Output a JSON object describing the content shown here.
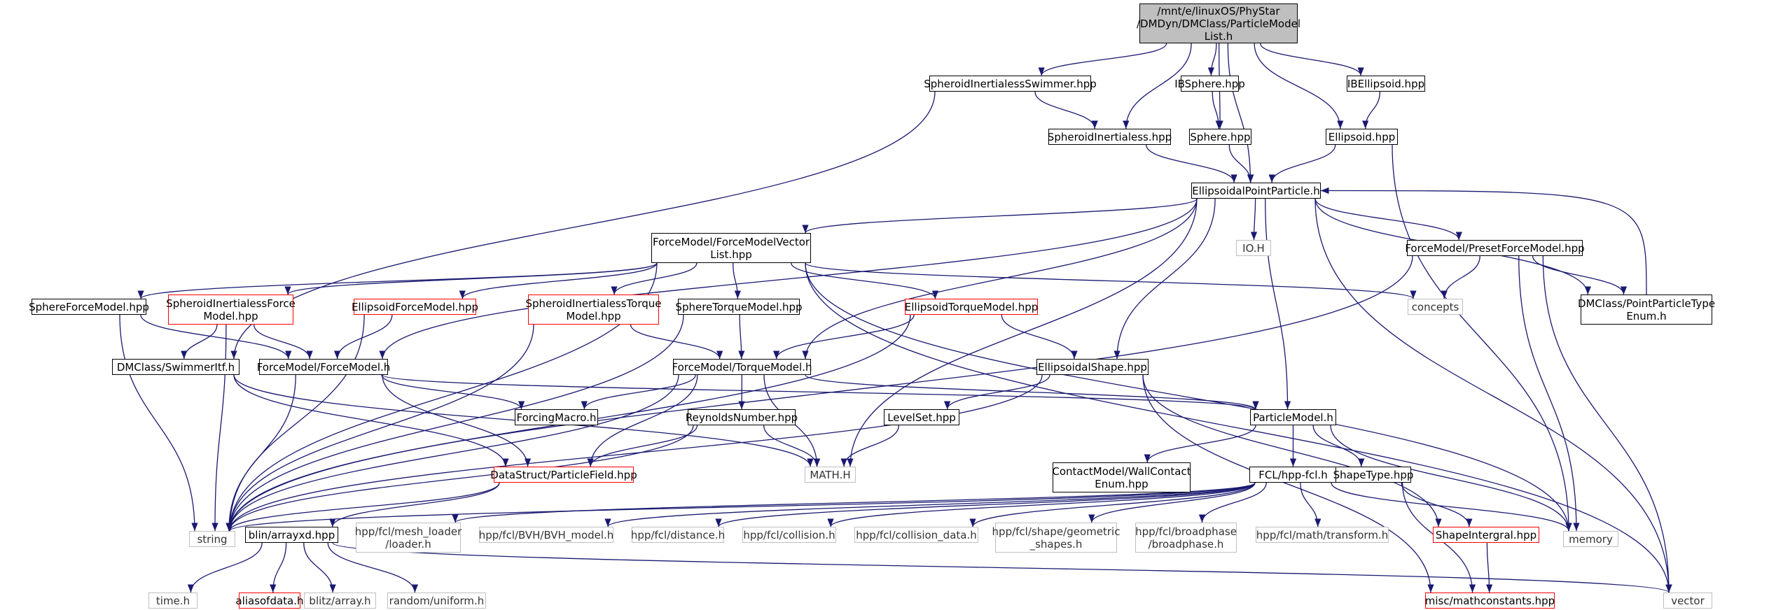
{
  "colors": {
    "edge": "#191970",
    "system_border": "#bfbfbf",
    "missing_border": "#ff0000",
    "root_fill": "#bfbfbf"
  },
  "nodes": [
    {
      "id": "root",
      "label": "/mnt/e/linuxOS/PhyStar\n/DMDyn/DMClass/ParticleModel\nList.h",
      "kind": "root",
      "link": false
    },
    {
      "id": "spheroid_swimmer",
      "label": "SpheroidInertialessSwimmer.hpp",
      "kind": "normal",
      "link": true
    },
    {
      "id": "ibsphere",
      "label": "IBSphere.hpp",
      "kind": "normal",
      "link": true
    },
    {
      "id": "ibellipsoid",
      "label": "IBEllipsoid.hpp",
      "kind": "normal",
      "link": true
    },
    {
      "id": "spheroid_inertialess",
      "label": "SpheroidInertialess.hpp",
      "kind": "normal",
      "link": true
    },
    {
      "id": "sphere",
      "label": "Sphere.hpp",
      "kind": "normal",
      "link": true
    },
    {
      "id": "ellipsoid",
      "label": "Ellipsoid.hpp",
      "kind": "normal",
      "link": true
    },
    {
      "id": "ellipsoidal_point",
      "label": "EllipsoidalPointParticle.h",
      "kind": "normal",
      "link": true
    },
    {
      "id": "fm_vector",
      "label": "ForceModel/ForceModelVector\nList.hpp",
      "kind": "normal",
      "link": true
    },
    {
      "id": "io_h",
      "label": "IO.H",
      "kind": "sys",
      "link": false
    },
    {
      "id": "preset_fm",
      "label": "ForceModel/PresetForceModel.hpp",
      "kind": "normal",
      "link": true
    },
    {
      "id": "concepts",
      "label": "concepts",
      "kind": "sys",
      "link": false
    },
    {
      "id": "pp_type_enum",
      "label": "DMClass/PointParticleType\nEnum.h",
      "kind": "normal",
      "link": true
    },
    {
      "id": "sphere_fm",
      "label": "SphereForceModel.hpp",
      "kind": "normal",
      "link": true
    },
    {
      "id": "spheroid_fm",
      "label": "SpheroidInertialessForce\nModel.hpp",
      "kind": "red",
      "link": true
    },
    {
      "id": "ellipsoid_fm",
      "label": "EllipsoidForceModel.hpp",
      "kind": "red",
      "link": true
    },
    {
      "id": "spheroid_tm",
      "label": "SpheroidInertialessTorque\nModel.hpp",
      "kind": "red",
      "link": true
    },
    {
      "id": "sphere_tm",
      "label": "SphereTorqueModel.hpp",
      "kind": "normal",
      "link": true
    },
    {
      "id": "ellipsoid_tm",
      "label": "EllipsoidTorqueModel.hpp",
      "kind": "red",
      "link": true
    },
    {
      "id": "swimmer_itf",
      "label": "DMClass/SwimmerItf.h",
      "kind": "normal",
      "link": true
    },
    {
      "id": "force_model",
      "label": "ForceModel/ForceModel.h",
      "kind": "normal",
      "link": true
    },
    {
      "id": "torque_model",
      "label": "ForceModel/TorqueModel.h",
      "kind": "normal",
      "link": true
    },
    {
      "id": "ellipsoidal_shape",
      "label": "EllipsoidalShape.hpp",
      "kind": "normal",
      "link": true
    },
    {
      "id": "forcing_macro",
      "label": "ForcingMacro.h",
      "kind": "normal",
      "link": true
    },
    {
      "id": "reynolds",
      "label": "ReynoldsNumber.hpp",
      "kind": "normal",
      "link": true
    },
    {
      "id": "levelset",
      "label": "LevelSet.hpp",
      "kind": "normal",
      "link": true
    },
    {
      "id": "particle_model",
      "label": "ParticleModel.h",
      "kind": "normal",
      "link": true
    },
    {
      "id": "particle_field",
      "label": "DataStruct/ParticleField.hpp",
      "kind": "red",
      "link": true
    },
    {
      "id": "math_h",
      "label": "MATH.H",
      "kind": "sys",
      "link": false
    },
    {
      "id": "wall_contact",
      "label": "ContactModel/WallContact\nEnum.hpp",
      "kind": "normal",
      "link": true
    },
    {
      "id": "fcl",
      "label": "FCL/hpp-fcl.h",
      "kind": "normal",
      "link": true
    },
    {
      "id": "shape_type",
      "label": "ShapeType.hpp",
      "kind": "normal",
      "link": true
    },
    {
      "id": "string",
      "label": "string",
      "kind": "sys",
      "link": false
    },
    {
      "id": "arrayxd",
      "label": "blin/arrayxd.hpp",
      "kind": "normal",
      "link": true
    },
    {
      "id": "mesh_loader",
      "label": "hpp/fcl/mesh_loader\n/loader.h",
      "kind": "sys",
      "link": false
    },
    {
      "id": "bvh_model",
      "label": "hpp/fcl/BVH/BVH_model.h",
      "kind": "sys",
      "link": false
    },
    {
      "id": "fcl_distance",
      "label": "hpp/fcl/distance.h",
      "kind": "sys",
      "link": false
    },
    {
      "id": "fcl_collision",
      "label": "hpp/fcl/collision.h",
      "kind": "sys",
      "link": false
    },
    {
      "id": "fcl_collision_data",
      "label": "hpp/fcl/collision_data.h",
      "kind": "sys",
      "link": false
    },
    {
      "id": "geometric_shapes",
      "label": "hpp/fcl/shape/geometric\n_shapes.h",
      "kind": "sys",
      "link": false
    },
    {
      "id": "broadphase",
      "label": "hpp/fcl/broadphase\n/broadphase.h",
      "kind": "sys",
      "link": false
    },
    {
      "id": "fcl_transform",
      "label": "hpp/fcl/math/transform.h",
      "kind": "sys",
      "link": false
    },
    {
      "id": "shape_integral",
      "label": "ShapeIntergral.hpp",
      "kind": "red",
      "link": true
    },
    {
      "id": "memory",
      "label": "memory",
      "kind": "sys",
      "link": false
    },
    {
      "id": "time_h",
      "label": "time.h",
      "kind": "sys",
      "link": false
    },
    {
      "id": "aliasofdata",
      "label": "aliasofdata.h",
      "kind": "red",
      "link": true
    },
    {
      "id": "blitz_array",
      "label": "blitz/array.h",
      "kind": "sys",
      "link": false
    },
    {
      "id": "random_uniform",
      "label": "random/uniform.h",
      "kind": "sys",
      "link": false
    },
    {
      "id": "mathconstants",
      "label": "misc/mathconstants.hpp",
      "kind": "red",
      "link": true
    },
    {
      "id": "vector",
      "label": "vector",
      "kind": "sys",
      "link": false
    }
  ],
  "edges": [
    [
      "root",
      "spheroid_swimmer"
    ],
    [
      "root",
      "ibsphere"
    ],
    [
      "root",
      "ibellipsoid"
    ],
    [
      "root",
      "spheroid_inertialess"
    ],
    [
      "root",
      "sphere"
    ],
    [
      "root",
      "ellipsoid"
    ],
    [
      "root",
      "ellipsoidal_point"
    ],
    [
      "spheroid_swimmer",
      "spheroid_inertialess"
    ],
    [
      "spheroid_swimmer",
      "swimmer_itf"
    ],
    [
      "ibsphere",
      "sphere"
    ],
    [
      "ibellipsoid",
      "ellipsoid"
    ],
    [
      "spheroid_inertialess",
      "ellipsoidal_point"
    ],
    [
      "sphere",
      "ellipsoidal_point"
    ],
    [
      "ellipsoid",
      "ellipsoidal_point"
    ],
    [
      "ellipsoid",
      "memory"
    ],
    [
      "ellipsoidal_point",
      "fm_vector"
    ],
    [
      "ellipsoidal_point",
      "io_h"
    ],
    [
      "ellipsoidal_point",
      "preset_fm"
    ],
    [
      "ellipsoidal_point",
      "pp_type_enum"
    ],
    [
      "ellipsoidal_point",
      "force_model"
    ],
    [
      "ellipsoidal_point",
      "torque_model"
    ],
    [
      "ellipsoidal_point",
      "ellipsoidal_shape"
    ],
    [
      "ellipsoidal_point",
      "particle_model"
    ],
    [
      "ellipsoidal_point",
      "math_h"
    ],
    [
      "ellipsoidal_point",
      "vector"
    ],
    [
      "fm_vector",
      "sphere_fm"
    ],
    [
      "fm_vector",
      "spheroid_fm"
    ],
    [
      "fm_vector",
      "ellipsoid_fm"
    ],
    [
      "fm_vector",
      "spheroid_tm"
    ],
    [
      "fm_vector",
      "sphere_tm"
    ],
    [
      "fm_vector",
      "ellipsoid_tm"
    ],
    [
      "fm_vector",
      "concepts"
    ],
    [
      "fm_vector",
      "string"
    ],
    [
      "fm_vector",
      "memory"
    ],
    [
      "fm_vector",
      "vector"
    ],
    [
      "preset_fm",
      "concepts"
    ],
    [
      "preset_fm",
      "pp_type_enum"
    ],
    [
      "preset_fm",
      "memory"
    ],
    [
      "preset_fm",
      "vector"
    ],
    [
      "preset_fm",
      "string"
    ],
    [
      "pp_type_enum",
      "ellipsoidal_point"
    ],
    [
      "sphere_fm",
      "force_model"
    ],
    [
      "sphere_fm",
      "string"
    ],
    [
      "spheroid_fm",
      "force_model"
    ],
    [
      "spheroid_fm",
      "swimmer_itf"
    ],
    [
      "spheroid_fm",
      "string"
    ],
    [
      "ellipsoid_fm",
      "force_model"
    ],
    [
      "ellipsoid_fm",
      "string"
    ],
    [
      "spheroid_tm",
      "torque_model"
    ],
    [
      "spheroid_tm",
      "string"
    ],
    [
      "sphere_tm",
      "torque_model"
    ],
    [
      "sphere_tm",
      "string"
    ],
    [
      "ellipsoid_tm",
      "torque_model"
    ],
    [
      "ellipsoid_tm",
      "ellipsoidal_shape"
    ],
    [
      "ellipsoid_tm",
      "string"
    ],
    [
      "swimmer_itf",
      "particle_field"
    ],
    [
      "swimmer_itf",
      "math_h"
    ],
    [
      "force_model",
      "forcing_macro"
    ],
    [
      "force_model",
      "particle_field"
    ],
    [
      "force_model",
      "particle_model"
    ],
    [
      "force_model",
      "string"
    ],
    [
      "torque_model",
      "forcing_macro"
    ],
    [
      "torque_model",
      "reynolds"
    ],
    [
      "torque_model",
      "math_h"
    ],
    [
      "torque_model",
      "particle_field"
    ],
    [
      "torque_model",
      "particle_model"
    ],
    [
      "torque_model",
      "string"
    ],
    [
      "ellipsoidal_shape",
      "levelset"
    ],
    [
      "ellipsoidal_shape",
      "shape_integral"
    ],
    [
      "ellipsoidal_shape",
      "mathconstants"
    ],
    [
      "ellipsoidal_shape",
      "string"
    ],
    [
      "reynolds",
      "math_h"
    ],
    [
      "reynolds",
      "particle_field"
    ],
    [
      "reynolds",
      "string"
    ],
    [
      "levelset",
      "math_h"
    ],
    [
      "particle_model",
      "wall_contact"
    ],
    [
      "particle_model",
      "fcl"
    ],
    [
      "particle_model",
      "shape_type"
    ],
    [
      "particle_model",
      "memory"
    ],
    [
      "particle_field",
      "arrayxd"
    ],
    [
      "particle_field",
      "string"
    ],
    [
      "fcl",
      "mesh_loader"
    ],
    [
      "fcl",
      "bvh_model"
    ],
    [
      "fcl",
      "fcl_distance"
    ],
    [
      "fcl",
      "fcl_collision"
    ],
    [
      "fcl",
      "fcl_collision_data"
    ],
    [
      "fcl",
      "geometric_shapes"
    ],
    [
      "fcl",
      "broadphase"
    ],
    [
      "fcl",
      "fcl_transform"
    ],
    [
      "fcl",
      "memory"
    ],
    [
      "fcl",
      "string"
    ],
    [
      "shape_type",
      "shape_integral"
    ],
    [
      "shape_type",
      "mathconstants"
    ],
    [
      "shape_integral",
      "mathconstants"
    ],
    [
      "arrayxd",
      "time_h"
    ],
    [
      "arrayxd",
      "aliasofdata"
    ],
    [
      "arrayxd",
      "blitz_array"
    ],
    [
      "arrayxd",
      "random_uniform"
    ],
    [
      "arrayxd",
      "vector"
    ]
  ]
}
